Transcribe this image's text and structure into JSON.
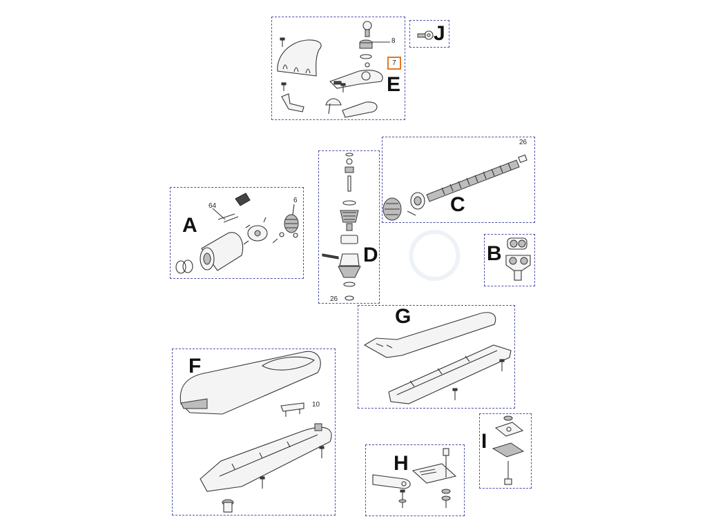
{
  "groups": {
    "A": {
      "letter": "A",
      "callouts": [
        "64",
        "6"
      ]
    },
    "B": {
      "letter": "B"
    },
    "C": {
      "letter": "C",
      "callouts": [
        "26"
      ]
    },
    "D": {
      "letter": "D",
      "callouts": [
        "26"
      ]
    },
    "E": {
      "letter": "E",
      "callouts": [
        "8",
        "7"
      ]
    },
    "F": {
      "letter": "F",
      "callouts": [
        "10"
      ]
    },
    "G": {
      "letter": "G"
    },
    "H": {
      "letter": "H"
    },
    "I": {
      "letter": "I"
    },
    "J": {
      "letter": "J"
    }
  },
  "highlight": {
    "callout": "7",
    "color": "#e8761e"
  },
  "frame_color": "#4a4fa8"
}
